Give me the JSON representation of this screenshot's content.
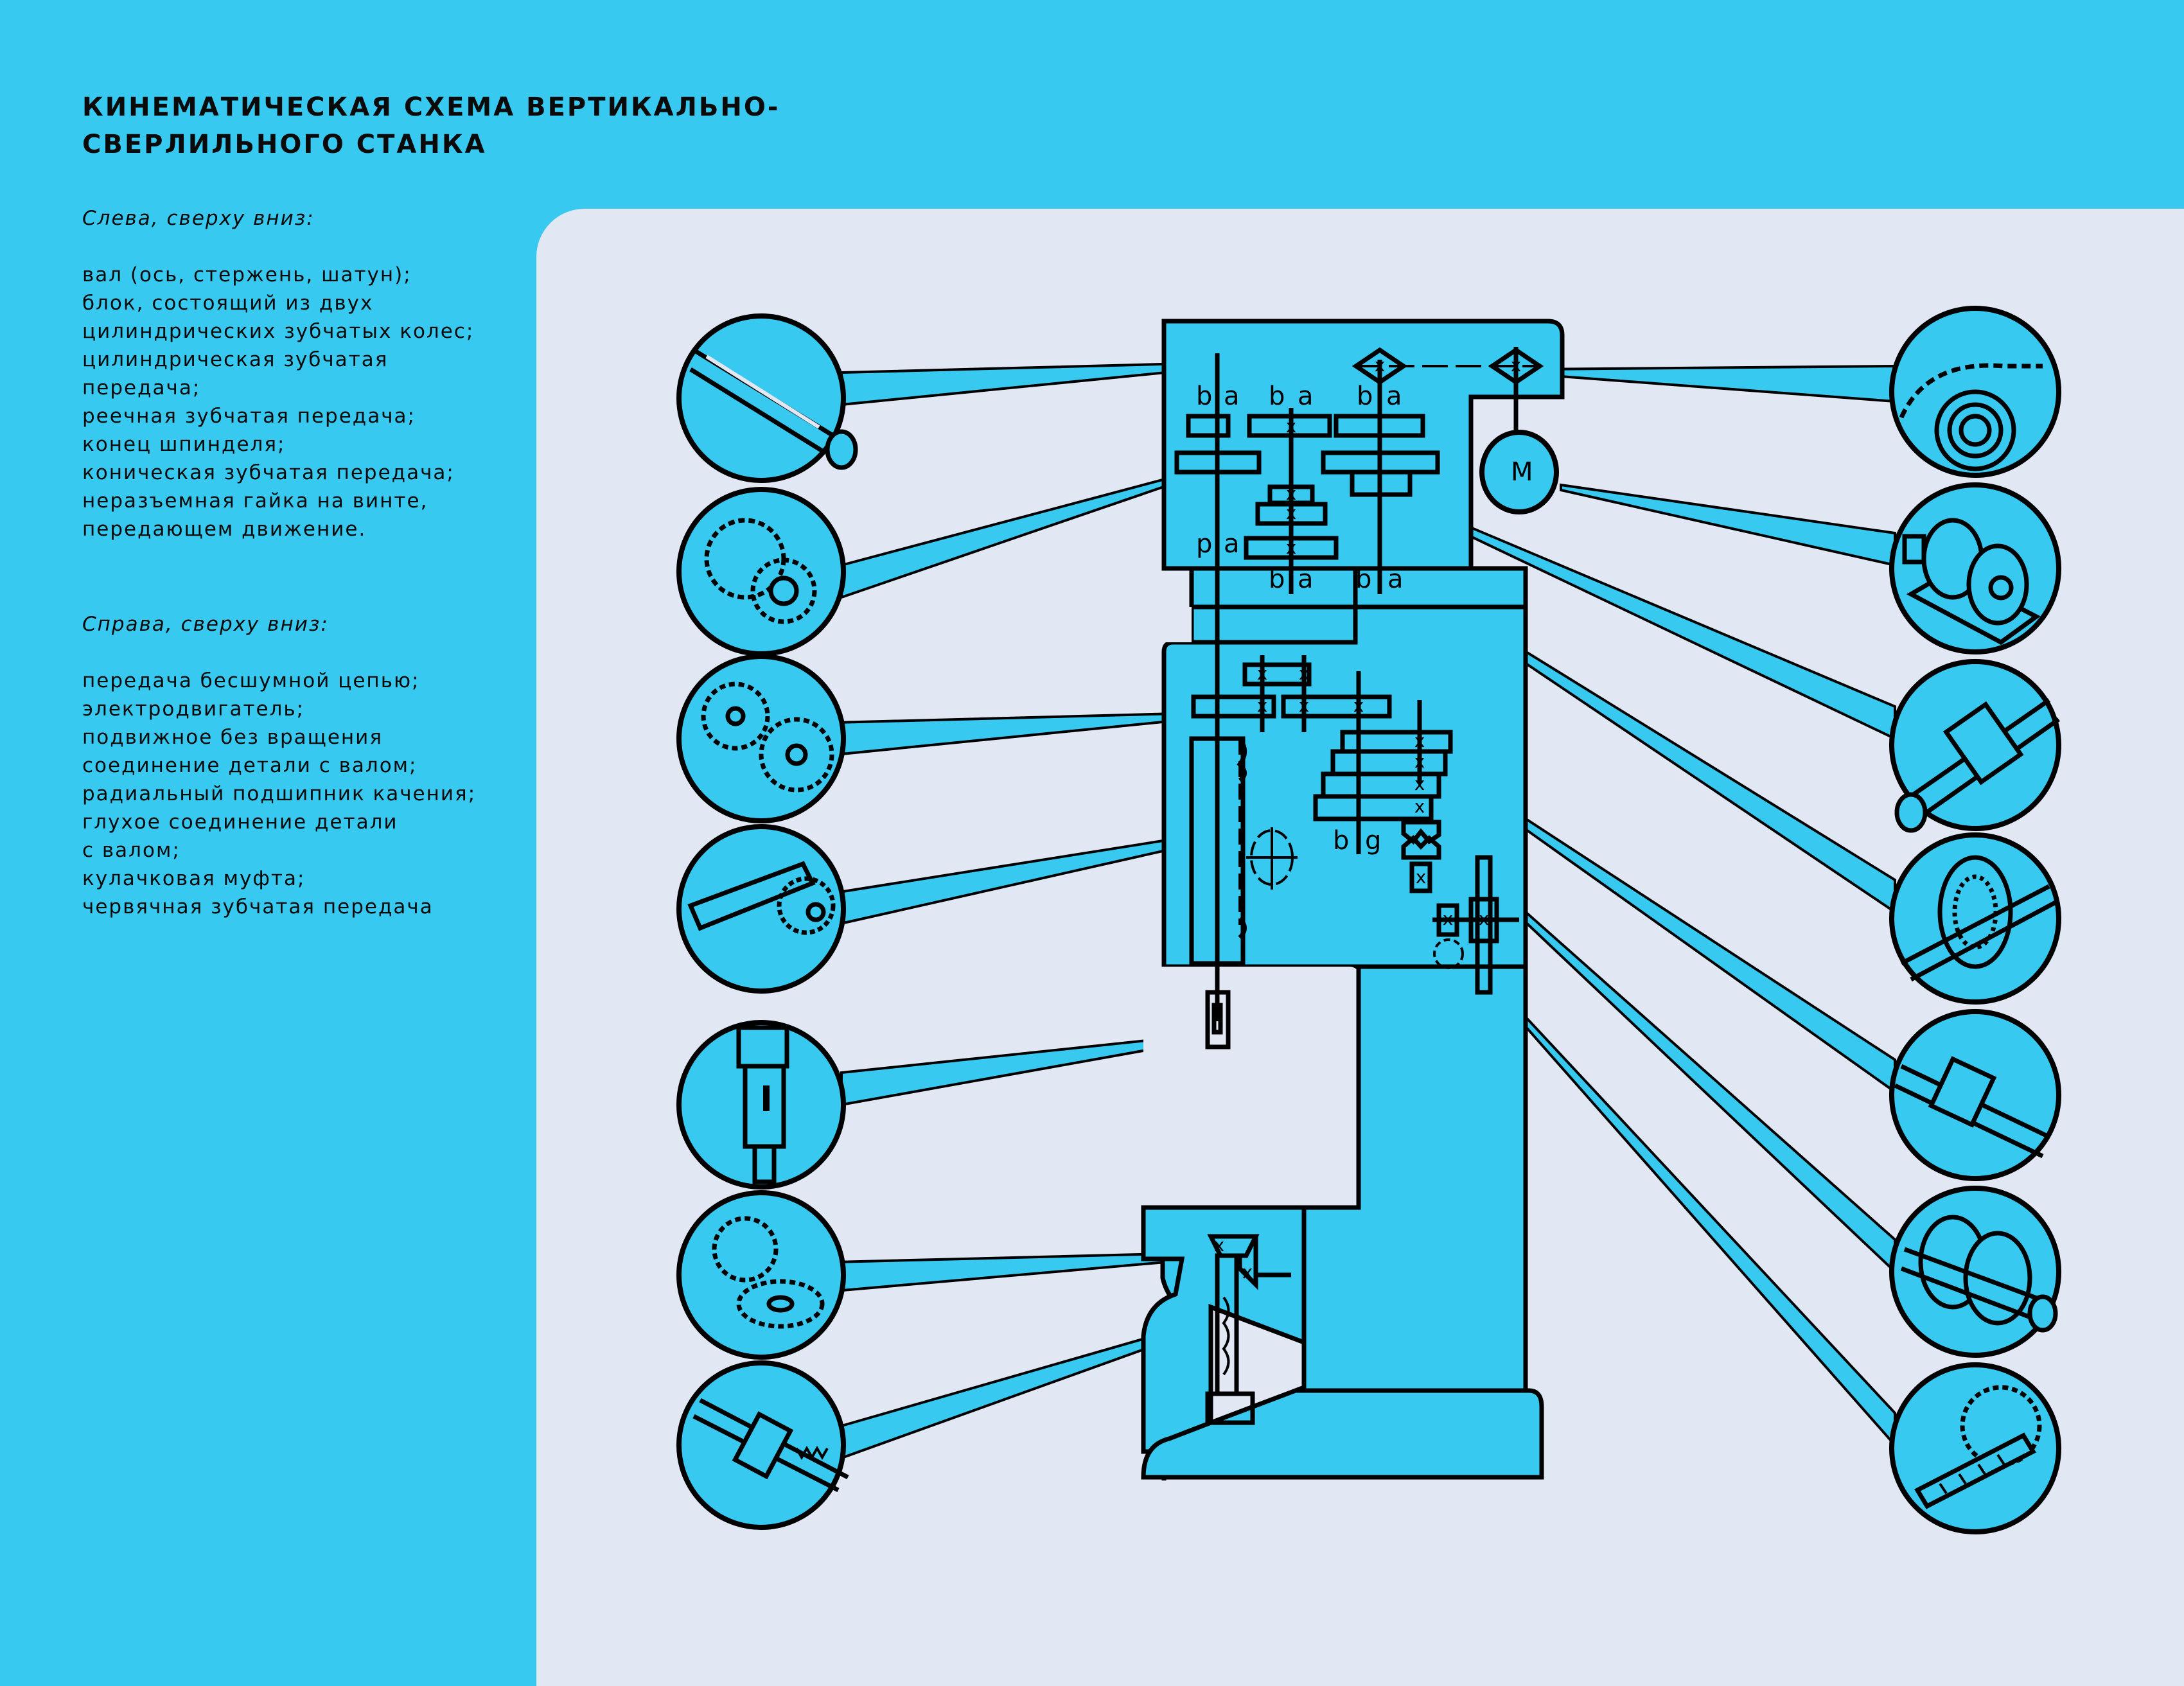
{
  "title": {
    "line1": "Кинематическая схема вертикально-",
    "line2": "сверлильного станка"
  },
  "legend_left": {
    "heading": "Слева, сверху вниз:",
    "lines": [
      "вал (ось, стержень, шатун);",
      "блок, состоящий из двух",
      "цилиндрических зубчатых колес;",
      "цилиндрическая зубчатая",
      "передача;",
      "реечная зубчатая передача;",
      "конец шпинделя;",
      "коническая зубчатая передача;",
      "неразъемная гайка на винте,",
      "передающем движение."
    ]
  },
  "legend_right": {
    "heading": "Справа, сверху вниз:",
    "lines": [
      "передача бесшумной цепью;",
      "электродвигатель;",
      "подвижное без вращения",
      "соединение детали с валом;",
      "радиальный подшипник качения;",
      "глухое соединение детали",
      "с валом;",
      "кулачковая муфта;",
      "червячная зубчатая передача"
    ]
  },
  "diagram": {
    "motor_label": "М",
    "gear_mark": "x",
    "bearing_labels": [
      "b",
      "a",
      "b",
      "a",
      "b",
      "a",
      "p",
      "a",
      "b",
      "a",
      "b",
      "a",
      "b",
      "g"
    ],
    "left_callouts": [
      "shaft-icon",
      "double-gear-block-icon",
      "spur-gear-pair-icon",
      "rack-and-pinion-icon",
      "spindle-end-icon",
      "bevel-gear-icon",
      "nut-on-screw-icon"
    ],
    "right_callouts": [
      "silent-chain-drive-icon",
      "electric-motor-icon",
      "sliding-key-joint-icon",
      "radial-bearing-icon",
      "fixed-joint-icon",
      "claw-clutch-icon",
      "worm-gear-icon"
    ]
  },
  "colors": {
    "accent": "#38c9f0",
    "panel": "#e2e8f3",
    "ink": "#000000"
  }
}
